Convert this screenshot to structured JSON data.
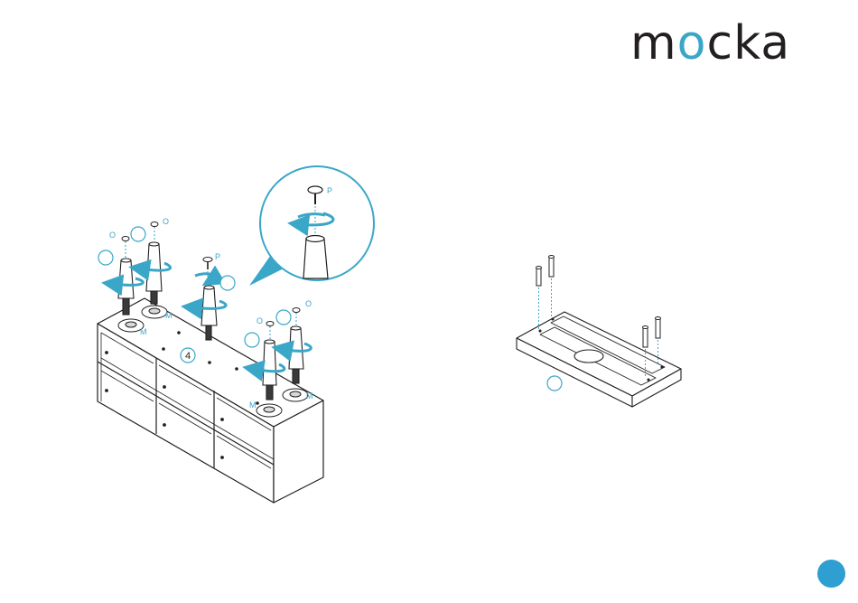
{
  "brand": {
    "logo_text": "mocka",
    "accent_color": "#3aa6c8",
    "text_color": "#231f20"
  },
  "left_diagram": {
    "step_number": "4",
    "part_labels": {
      "o": "O",
      "p": "P",
      "m": "M"
    }
  },
  "zoom_callout": {
    "part_label": "P"
  },
  "page_indicator": {
    "color": "#2e9fd0"
  }
}
